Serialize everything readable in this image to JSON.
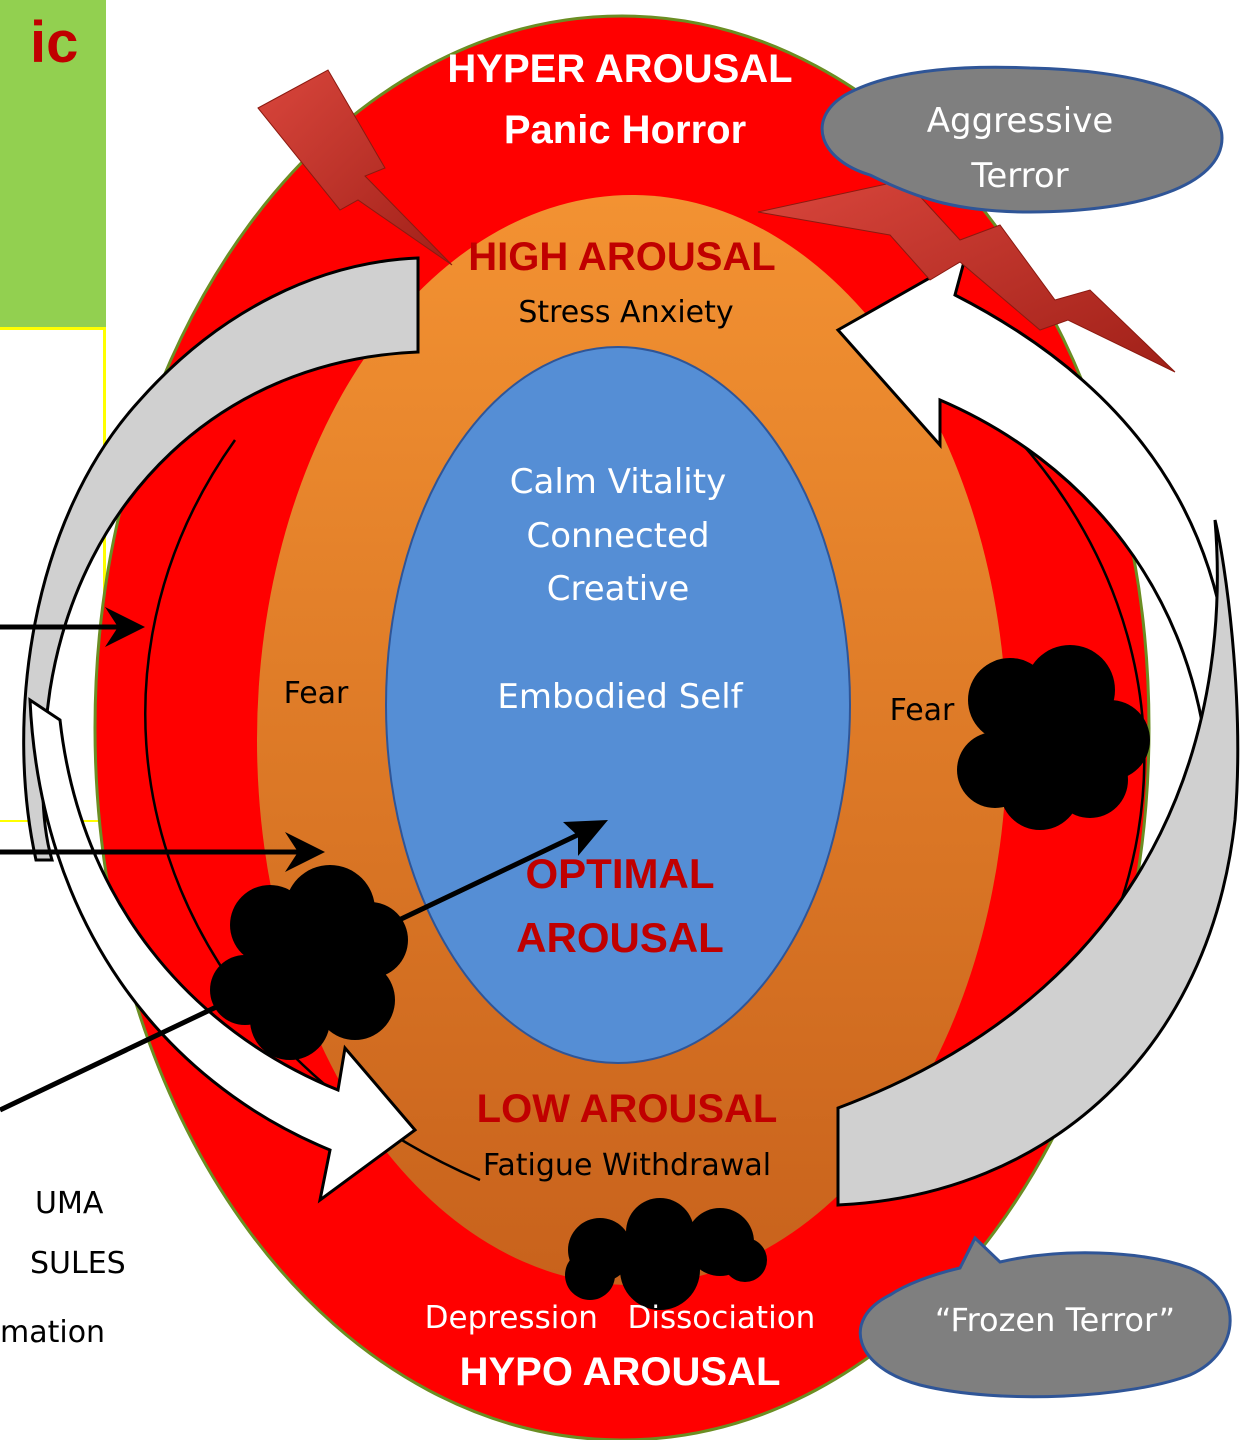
{
  "panel": {
    "title_fragment": "ic"
  },
  "zones": {
    "hyper": {
      "line1": "HYPER AROUSAL",
      "line2": "Panic  Horror"
    },
    "high": {
      "title": "HIGH AROUSAL",
      "subtitle": "Stress  Anxiety"
    },
    "optimal": {
      "lines": [
        "Calm Vitality",
        "Connected",
        "Creative"
      ],
      "embodied": "Embodied Self",
      "title_line1": "OPTIMAL",
      "title_line2": "AROUSAL"
    },
    "fear_left": "Fear",
    "fear_right": "Fear",
    "low": {
      "title": "LOW AROUSAL",
      "subtitle": "Fatigue Withdrawal"
    },
    "hypo": {
      "subtitle": "Depression   Dissociation",
      "title": "HYPO AROUSAL"
    }
  },
  "callouts": {
    "aggressive": {
      "line1": "Aggressive",
      "line2": "Terror"
    },
    "frozen": "“Frozen Terror”"
  },
  "left_fragments": {
    "line1": "UMA",
    "line2": "SULES",
    "line3": "mation"
  },
  "colors": {
    "outer_red": "#ff0000",
    "orange": "#f18a2b",
    "blue": "#558ed5",
    "panel_green": "#92d050",
    "panel_yellow": "#ffff00",
    "callout_grey": "#7f7f7f",
    "arrow_grey": "#d0d0d0",
    "lightning": "#c0392b",
    "dark_red_text": "#c00000"
  }
}
